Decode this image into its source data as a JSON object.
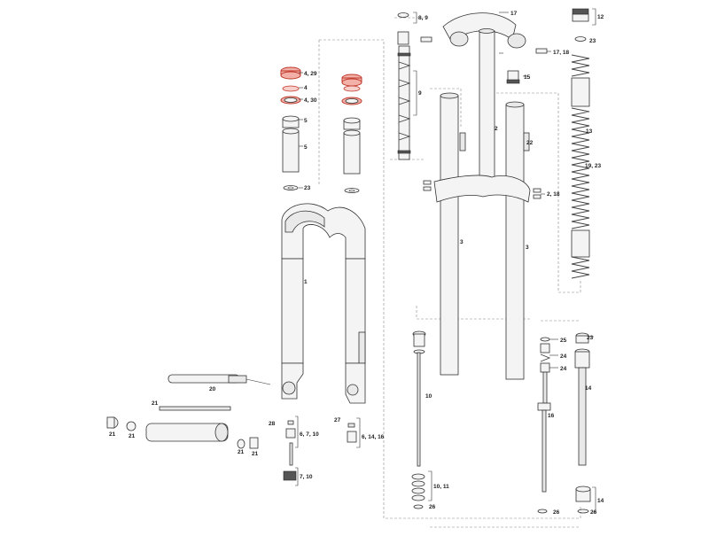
{
  "callouts": {
    "c1": "1",
    "c2": "2",
    "c2_18": "2, 18",
    "c3a": "3",
    "c3b": "3",
    "c4_29": "4, 29",
    "c4": "4",
    "c4_30": "4, 30",
    "c5a": "5",
    "c5b": "5",
    "c6_7_10": "6, 7, 10",
    "c6_14_16": "6, 14, 16",
    "c7_10": "7, 10",
    "c8_9": "8, 9",
    "c9": "9",
    "c10": "10",
    "c10_11": "10, 11",
    "c12": "12",
    "c13": "13",
    "c14a": "14",
    "c14b": "14",
    "c15": "15",
    "c16": "16",
    "c17": "17",
    "c17_18": "17, 18",
    "c19_23": "19, 23",
    "c20": "20",
    "c21a": "21",
    "c21b": "21",
    "c21c": "21",
    "c21d": "21",
    "c21e": "21",
    "c22": "22",
    "c23a": "23",
    "c23b": "23",
    "c23c": "23",
    "c24a": "24",
    "c24b": "24",
    "c25": "25",
    "c26a": "26",
    "c26b": "26",
    "c26c": "26",
    "c27": "27",
    "c28": "28"
  },
  "colors": {
    "seal_fill": "#f2b0a8",
    "seal_stroke": "#c0392b",
    "line": "#333333",
    "dash": "#888888"
  }
}
